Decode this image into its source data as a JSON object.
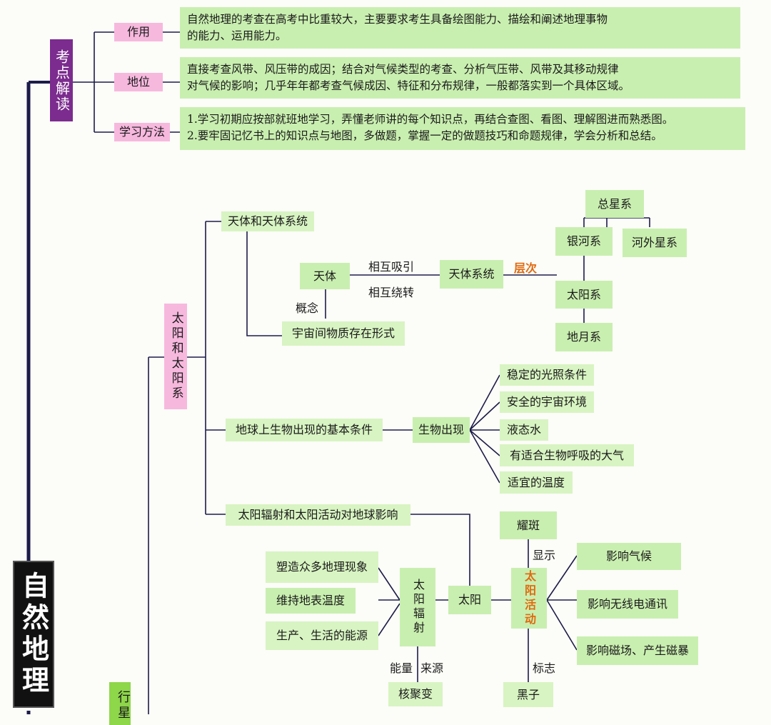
{
  "title": "自然地理",
  "section_kaodian": "考点解读",
  "kaodian_items": [
    {
      "label": "作用",
      "lines": [
        "自然地理的考查在高考中比重较大，主要要求考生具备绘图能力、描绘和阐述地理事物",
        "的能力、运用能力。"
      ]
    },
    {
      "label": "地位",
      "lines": [
        "直接考查风带、风压带的成因；结合对气候类型的考查、分析气压带、风带及其移动规律",
        "对气候的影响；几乎年年都考查气候成因、特征和分布规律，一般都落实到一个具体区域。"
      ]
    },
    {
      "label": "学习方法",
      "lines": [
        "1.学习初期应按部就班地学习，弄懂老师讲的每个知识点，再结合查图、看图、理解图进而熟悉图。",
        "2.要牢固记忆书上的知识点与地图，多做题，掌握一定的做题技巧和命题规律，学会分析和总结。"
      ]
    }
  ],
  "section_sun": "太阳和太阳系",
  "section_next": "行星",
  "nodes": {
    "tianti_xitong": "天体和天体系统",
    "tianti": "天体",
    "rel1": "相互吸引",
    "rel2": "相互绕转",
    "tianti_system": "天体系统",
    "cengci": "层次",
    "gainian": "概念",
    "yuzhou": "宇宙间物质存在形式",
    "zongxingxi": "总星系",
    "yinhexi": "银河系",
    "hewai": "河外星系",
    "taiyangxi": "太阳系",
    "diyuexi": "地月系",
    "shengwu_tiaojian": "地球上生物出现的基本条件",
    "shengwu_chuxian": "生物出现",
    "cond1": "稳定的光照条件",
    "cond2": "安全的宇宙环境",
    "cond3": "液态水",
    "cond4": "有适合生物呼吸的大气",
    "cond5": "适宜的温度",
    "fushe_yingxiang": "太阳辐射和太阳活动对地球影响",
    "suzao": "塑造众多地理现象",
    "weichi": "维持地表温度",
    "nengyuan": "生产、生活的能源",
    "fushe": "太阳辐射",
    "taiyang": "太阳",
    "nengliang": "能量",
    "laiyuan": "来源",
    "juju": "核聚变",
    "huodong": "太阳活动",
    "yaoban": "耀斑",
    "xianshi": "显示",
    "biaozhi": "标志",
    "heizi": "黑子",
    "eff1": "影响气候",
    "eff2": "影响无线电通讯",
    "eff3": "影响磁场、产生磁暴"
  },
  "colors": {
    "green": "#c9efb0",
    "pink": "#f7b8de",
    "purple": "#7b2c8e",
    "orange": "#e06a10",
    "line": "#1c1c4a"
  }
}
